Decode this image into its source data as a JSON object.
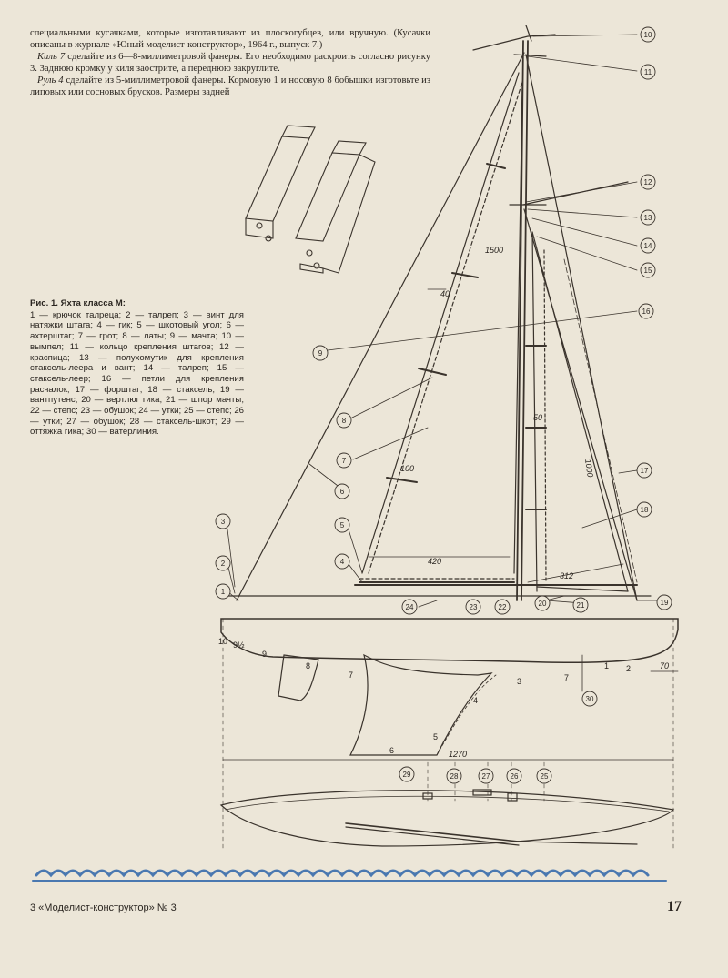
{
  "intro": {
    "p1": "специальными кусачками, которые изготавливают из плоскогубцев, или вручную. (Кусачки описаны в журнале «Юный моделист-конструктор», 1964 г., выпуск 7.)",
    "p2_lead": "Киль 7",
    "p2_text": " сделайте из 6—8-миллиметровой фанеры. Его необходимо раскроить согласно рисунку 3. Заднюю кромку у киля заострите, а переднюю закруглите.",
    "p3_lead": "Руль 4",
    "p3_text": " сделайте из 5-миллиметровой фанеры. Кормовую 1 и носовую 8 бобышки изготовьте из липовых или сосновых брусков. Размеры задней"
  },
  "caption": {
    "title": "Рис. 1. Яхта класса М:",
    "text": "1 — крючок талреца; 2 — талреп; 3 — винт для натяжки штага; 4 — гик; 5 — шкотовый угол; 6 — ахтерштаг; 7 — грот; 8 — латы; 9 — мачта; 10 — вымпел; 11 — кольцо крепления штагов; 12 — краспица; 13 — полухомутик для крепления стаксель-леера и вант; 14 — талреп; 15 — стаксель-леер; 16 — петли для крепления расчалок; 17 — форштаг; 18 — стаксель; 19 — вантпутенс; 20 — вертлюг гика; 21 — шпор мачты; 22 — степс; 23 — обушок; 24 — утки; 25 — степс; 26 — утки; 27 — обушок; 28 — стаксель-шкот; 29 — оттяжка гика; 30 — ватерлиния."
  },
  "dimensions": {
    "d1500": "1500",
    "d40": "40",
    "d100": "100",
    "d50": "50",
    "d1000": "1000",
    "d420": "420",
    "d312": "312",
    "d70": "70",
    "d1270": "1270"
  },
  "callouts": {
    "c1": "1",
    "c2": "2",
    "c3": "3",
    "c4": "4",
    "c5": "5",
    "c6": "6",
    "c7": "7",
    "c8": "8",
    "c9": "9",
    "c10": "10",
    "c11": "11",
    "c12": "12",
    "c13": "13",
    "c14": "14",
    "c15": "15",
    "c16": "16",
    "c17": "17",
    "c18": "18",
    "c19": "19",
    "c20": "20",
    "c21": "21",
    "c22": "22",
    "c23": "23",
    "c24": "24",
    "c25": "25",
    "c26": "26",
    "c27": "27",
    "c28": "28",
    "c29": "29",
    "c30": "30"
  },
  "hull_labels": {
    "h10": "10",
    "h9half": "9½",
    "h9": "9",
    "h8": "8",
    "h7a": "7",
    "h3": "3",
    "h7b": "7",
    "h1": "1",
    "h2": "2",
    "h4": "4",
    "h5": "5",
    "h6": "6"
  },
  "footer": {
    "left": "3  «Моделист-конструктор» № 3",
    "page_number": "17"
  }
}
